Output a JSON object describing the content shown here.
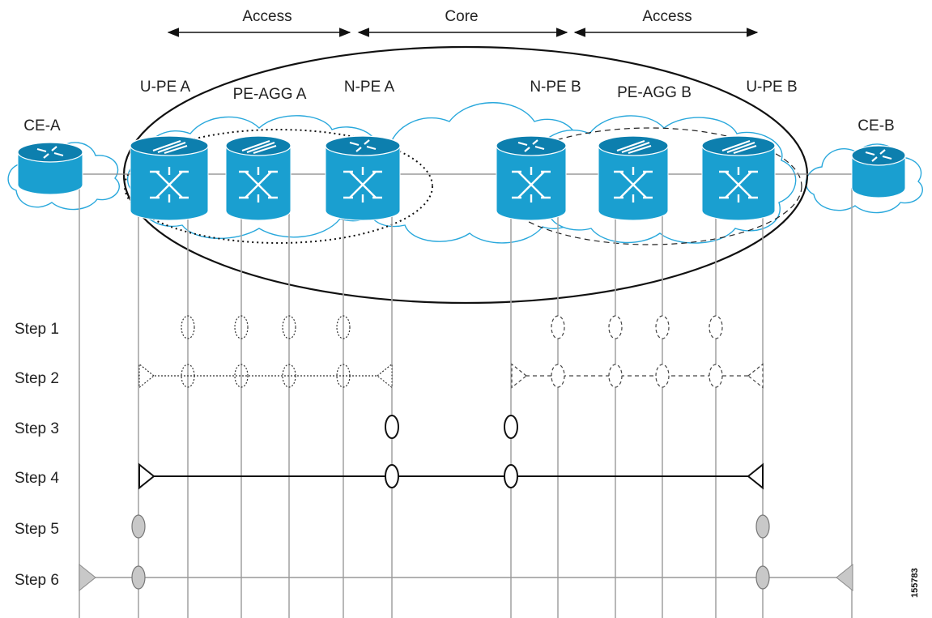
{
  "regions": [
    {
      "label": "Access"
    },
    {
      "label": "Core"
    },
    {
      "label": "Access"
    }
  ],
  "devices": [
    {
      "id": "ce-a",
      "label": "CE-A",
      "kind": "router"
    },
    {
      "id": "upe-a",
      "label": "U-PE A",
      "kind": "switch"
    },
    {
      "id": "peagg-a",
      "label": "PE-AGG A",
      "kind": "switch"
    },
    {
      "id": "npe-a",
      "label": "N-PE A",
      "kind": "switch-router"
    },
    {
      "id": "npe-b",
      "label": "N-PE B",
      "kind": "switch-router"
    },
    {
      "id": "peagg-b",
      "label": "PE-AGG B",
      "kind": "switch"
    },
    {
      "id": "upe-b",
      "label": "U-PE B",
      "kind": "switch"
    },
    {
      "id": "ce-b",
      "label": "CE-B",
      "kind": "router"
    }
  ],
  "steps": [
    {
      "label": "Step 1"
    },
    {
      "label": "Step 2"
    },
    {
      "label": "Step 3"
    },
    {
      "label": "Step 4"
    },
    {
      "label": "Step 5"
    },
    {
      "label": "Step 6"
    }
  ],
  "figure_id": "155783",
  "colors": {
    "device_blue": "#1a9fd0",
    "device_dark": "#0d7fae",
    "cloud_fill": "#ffffff",
    "cloud_stroke": "#29a8dc",
    "line_gray": "#9a9a9a",
    "port_gray": "#c8c8c8"
  }
}
